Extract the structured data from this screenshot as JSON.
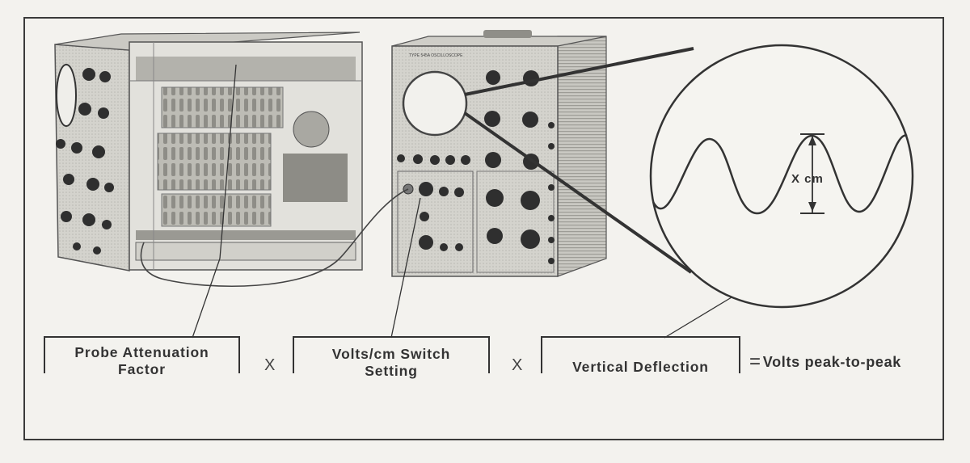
{
  "diagram": {
    "instrument_label": "TYPE 545A OSCILLOSCOPE",
    "waveform_label": "X cm",
    "formula": {
      "term1": "Probe Attenuation Factor",
      "term1_line1": "Probe Attenuation",
      "term1_line2": "Factor",
      "op1": "X",
      "term2": "Volts/cm Switch Setting",
      "term2_line1": "Volts/cm Switch",
      "term2_line2": "Setting",
      "op2": "X",
      "term3": "Vertical Deflection",
      "equals": "=",
      "result": "Volts peak-to-peak"
    }
  },
  "colors": {
    "ink": "#333333",
    "paper": "#f3f2ee",
    "cabinet": "#d9d8d2",
    "panel": "#cfcec8"
  }
}
